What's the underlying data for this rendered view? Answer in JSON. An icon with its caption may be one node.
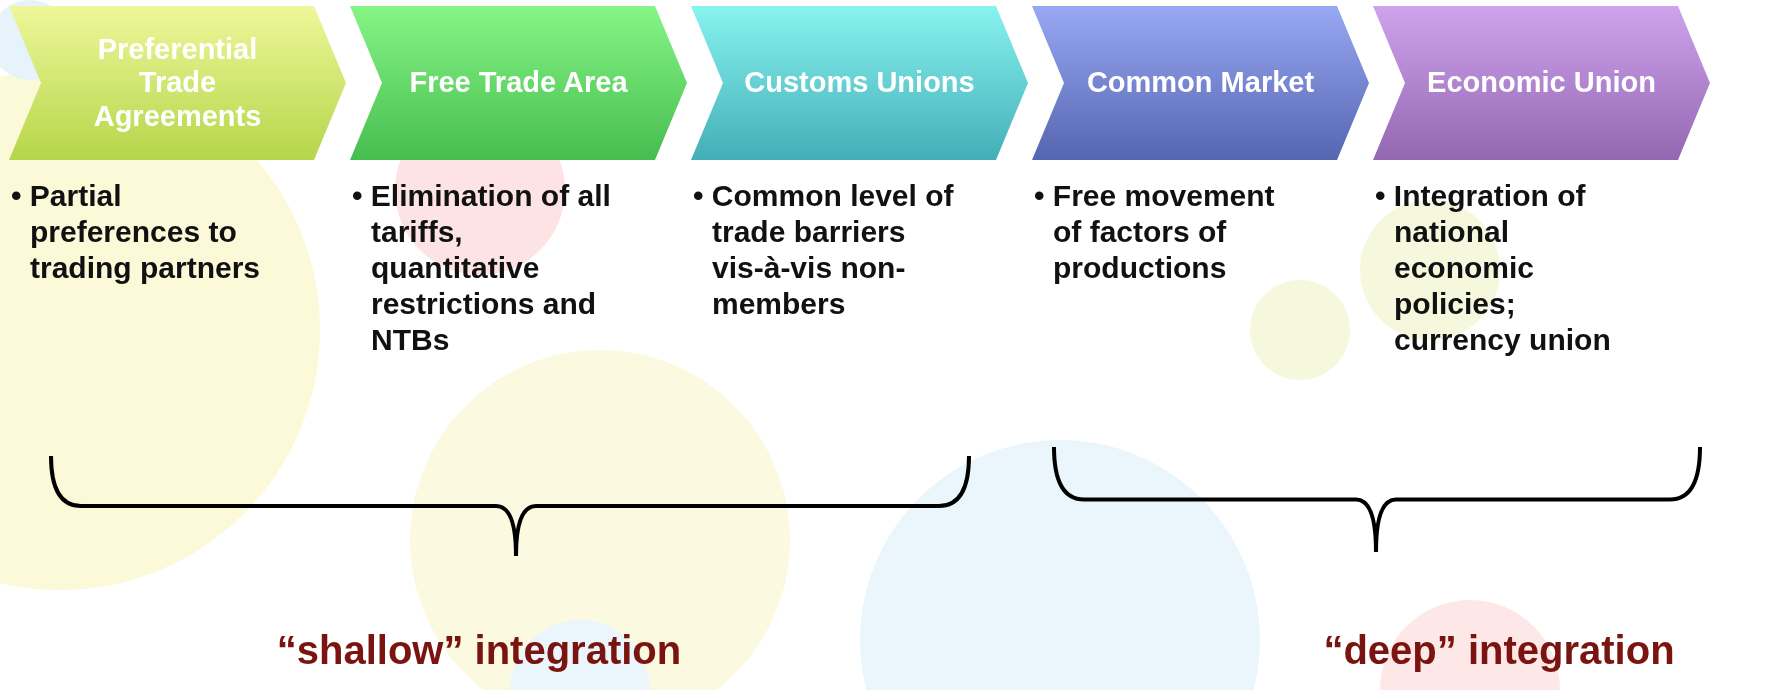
{
  "diagram": {
    "nodes": [
      {
        "text": [
          "Preferential Trade Agreements"
        ],
        "beside": [
          "• Partial preferences to trading partners"
        ]
      },
      {
        "text": [
          "Free Trade Area"
        ],
        "beside": [
          "• Elimination of all tariffs, quantitative restrictions and NTBs"
        ]
      },
      {
        "text": [
          "Customs Unions"
        ],
        "beside": [
          "• Common level of trade barriers vis-à-vis non-members"
        ]
      },
      {
        "text": [
          "Common Market"
        ],
        "beside": [
          "• Free movement of factors of productions"
        ]
      },
      {
        "text": [
          "Economic Union"
        ],
        "beside": [
          "• Integration of national economic policies; currency union"
        ]
      }
    ],
    "labels": [
      "“shallow” integration",
      "“deep” integration"
    ]
  }
}
